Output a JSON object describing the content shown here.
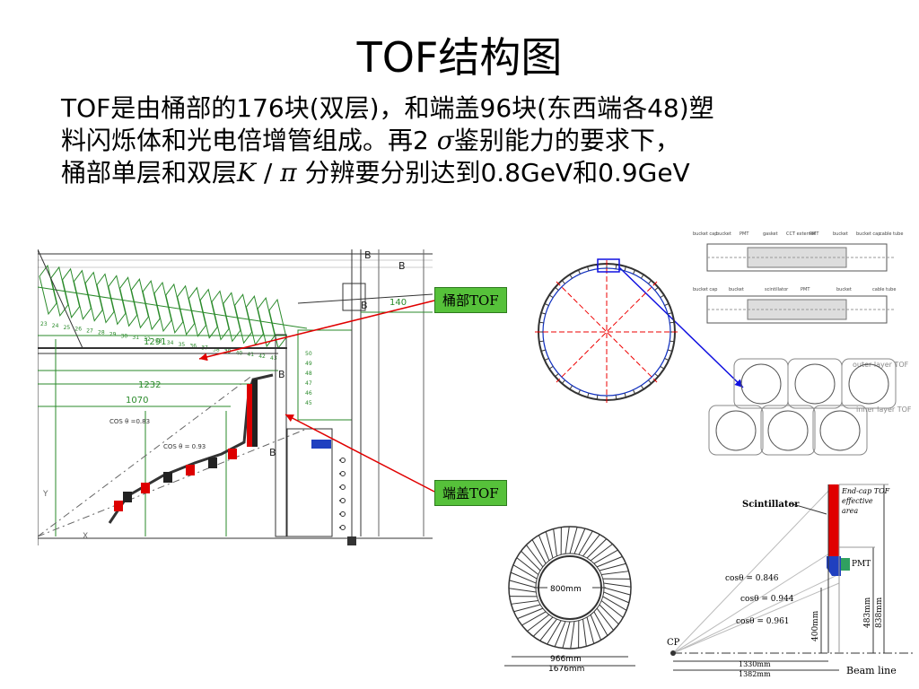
{
  "slide": {
    "title": "TOF结构图",
    "body": {
      "line1": "TOF是由桶部的176块(双层)，和端盖96块(东西端各48)塑",
      "line2_a": "料闪烁体和光电倍增管组成。再2 ",
      "line2_sigma": "σ",
      "line2_b": "鉴别能力的要求下，",
      "line3_a": "桶部单层和双层",
      "line3_k": "K",
      "line3_slash": " / ",
      "line3_pi": "π",
      "line3_b": " 分辨要分别达到0.8GeV和0.9GeV"
    },
    "callouts": {
      "barrel": "桶部TOF",
      "endcap": "端盖TOF"
    }
  },
  "cad": {
    "labels": {
      "d1291": "1291",
      "d1232": "1232",
      "d1070": "1070",
      "cos083": "COS θ =0.83",
      "cos093": "COS θ = 0.93",
      "d140": "140",
      "b": "B",
      "y": "Y",
      "x": "X"
    },
    "bar_numbers": [
      "23",
      "24",
      "25",
      "26",
      "27",
      "28",
      "29",
      "30",
      "31",
      "32",
      "33",
      "34",
      "35",
      "36",
      "37",
      "38",
      "39",
      "40",
      "41",
      "42",
      "43"
    ],
    "side_numbers": [
      "50",
      "49",
      "48",
      "47",
      "46",
      "45"
    ]
  },
  "module": {
    "top_labels": [
      "bucket cap",
      "bucket",
      "PMT",
      "gasket",
      "CCT external",
      "PMT",
      "bucket",
      "bucket cap",
      "cable tube"
    ],
    "mid_labels": [
      "bucket cap",
      "bucket",
      "scintillator",
      "PMT",
      "bucket",
      "cable tube"
    ],
    "outer": "outer layer TOF",
    "inner": "inner layer TOF"
  },
  "endcap_ring": {
    "inner": "800mm",
    "d1": "966mm",
    "d2": "1676mm"
  },
  "geometry_diagram": {
    "scintillator": "Scintillator",
    "effective": [
      "End-cap TOF",
      "effective",
      "area"
    ],
    "pmt": "PMT",
    "cos1": "cosθ = 0.846",
    "cos2": "cosθ = 0.944",
    "cos3": "cosθ = 0.961",
    "cp": "CP",
    "d400": "400mm",
    "d483": "483mm",
    "d838": "838mm",
    "d1330": "1330mm",
    "d1382": "1382mm",
    "beam": "Beam line"
  },
  "colors": {
    "arrow_red": "#e00000",
    "arrow_blue": "#1010e0",
    "label_green": "#56c13a",
    "cad_green": "#2a8a2a"
  }
}
